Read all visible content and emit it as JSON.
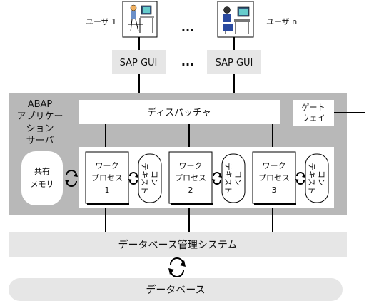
{
  "users": {
    "user1_label": "ユーザ 1",
    "usern_label": "ユーザ n",
    "ellipsis": "..."
  },
  "gui": {
    "label": "SAP GUI",
    "ellipsis": "..."
  },
  "server": {
    "title_lines": [
      "ABAP",
      "アプリケー",
      "ション",
      "サーバ"
    ],
    "dispatcher": "ディスパッチャ",
    "gateway_lines": [
      "ゲート",
      "ウェイ"
    ],
    "shared_memory_lines": [
      "共有",
      "メモリ"
    ],
    "work_processes": [
      {
        "lines": [
          "ワーク",
          "プロセス",
          "1"
        ]
      },
      {
        "lines": [
          "ワーク",
          "プロセス",
          "2"
        ]
      },
      {
        "lines": [
          "ワーク",
          "プロセス",
          "3"
        ]
      }
    ],
    "context_lines": [
      "コン",
      "テキスト"
    ]
  },
  "dbms": {
    "label": "データベース管理システム"
  },
  "database": {
    "label": "データベース"
  },
  "colors": {
    "server_bg": "#b8b8b8",
    "panel_bg": "#e6e6e6",
    "white": "#ffffff"
  }
}
